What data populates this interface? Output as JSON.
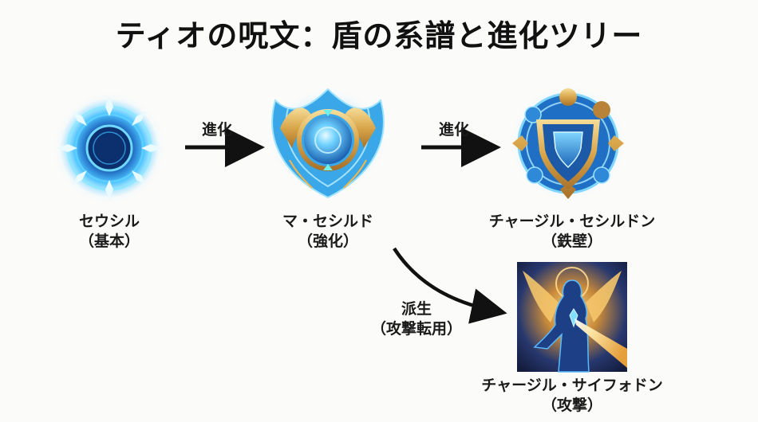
{
  "title": "ティオの呪文：盾の系譜と進化ツリー",
  "nodes": [
    {
      "id": "seushiru",
      "name": "セウシル",
      "sub": "（基本）",
      "icon": "blue-ring-shield-icon"
    },
    {
      "id": "ma-seshirudo",
      "name": "マ・セシルド",
      "sub": "（強化）",
      "icon": "winged-emblem-shield-icon"
    },
    {
      "id": "chajiru-seshirudon",
      "name": "チャージル・セシルドン",
      "sub": "（鉄壁）",
      "icon": "rune-circle-shield-icon"
    },
    {
      "id": "chajiru-saifodon",
      "name": "チャージル・サイフォドン",
      "sub": "（攻撃）",
      "icon": "winged-goddess-beam-icon"
    }
  ],
  "edges": [
    {
      "from": "seushiru",
      "to": "ma-seshirudo",
      "label": "進化"
    },
    {
      "from": "ma-seshirudo",
      "to": "chajiru-seshirudon",
      "label": "進化"
    },
    {
      "from": "ma-seshirudo",
      "to": "chajiru-saifodon",
      "label": "派生",
      "sublabel": "（攻撃転用）"
    }
  ],
  "colors": {
    "background": "#fbfbf9",
    "text": "#111111",
    "glow_blue": "#3fb6ff",
    "gold": "#d9a64a",
    "navy": "#1c2b5a"
  }
}
